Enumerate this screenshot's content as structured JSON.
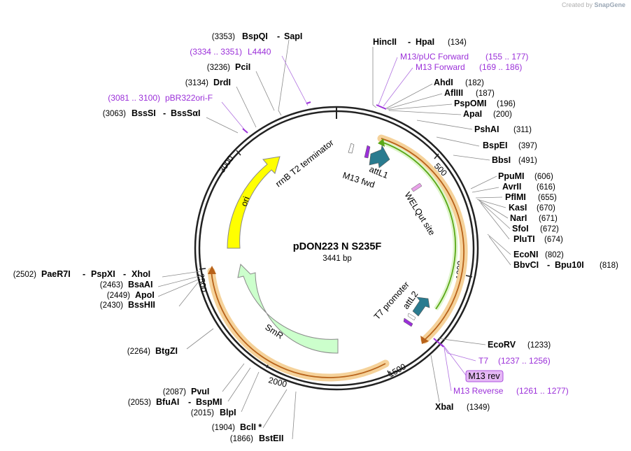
{
  "watermark": {
    "text": "Created by",
    "brand": "SnapGene"
  },
  "plasmid": {
    "name": "pDON223 N S235F",
    "length_label": "3441 bp"
  },
  "ticks": [
    "500",
    "1000",
    "1500",
    "2000",
    "2500",
    "3000"
  ],
  "enzymes_top": [
    {
      "pos": "(3353)",
      "name": "BspQI",
      "sep": "-",
      "name2": "SapI"
    },
    {
      "pos": "(3236)",
      "name": "PciI"
    },
    {
      "pos": "(3134)",
      "name": "DrdI"
    },
    {
      "pos": "(3063)",
      "name": "BssSI",
      "sep": "-",
      "name2": "BssSαI"
    }
  ],
  "features_left_top": [
    {
      "range": "(3334 .. 3351)",
      "name": "L4440"
    },
    {
      "range": "(3081 .. 3100)",
      "name": "pBR322ori-F"
    }
  ],
  "enzymes_right": [
    {
      "name": "HincII",
      "sep": "-",
      "name2": "HpaI",
      "pos": "(134)"
    },
    {
      "name": "AhdI",
      "pos": "(182)"
    },
    {
      "name": "AflIII",
      "pos": "(187)"
    },
    {
      "name": "PspOMI",
      "pos": "(196)"
    },
    {
      "name": "ApaI",
      "pos": "(200)"
    },
    {
      "name": "PshAI",
      "pos": "(311)"
    },
    {
      "name": "BspEI",
      "pos": "(397)"
    },
    {
      "name": "BbsI",
      "pos": "(491)"
    },
    {
      "name": "PpuMI",
      "pos": "(606)"
    },
    {
      "name": "AvrII",
      "pos": "(616)"
    },
    {
      "name": "PflMI",
      "pos": "(655)"
    },
    {
      "name": "KasI",
      "pos": "(670)"
    },
    {
      "name": "NarI",
      "pos": "(671)"
    },
    {
      "name": "SfoI",
      "pos": "(672)"
    },
    {
      "name": "PluTI",
      "pos": "(674)"
    },
    {
      "name": "EcoNI",
      "pos": "(802)"
    },
    {
      "name": "BbvCI",
      "sep": "-",
      "name2": "Bpu10I",
      "pos": "(818)"
    },
    {
      "name": "EcoRV",
      "pos": "(1233)"
    },
    {
      "name": "XbaI",
      "pos": "(1349)"
    }
  ],
  "features_right": [
    {
      "name": "M13/pUC Forward",
      "range": "(155 .. 177)"
    },
    {
      "name": "M13 Forward",
      "range": "(169 .. 186)"
    },
    {
      "name": "T7",
      "range": "(1237 .. 1256)"
    },
    {
      "name": "M13 Reverse",
      "range": "(1261 .. 1277)"
    }
  ],
  "m13rev_box": "M13 rev",
  "enzymes_left": [
    {
      "pos": "(2502)",
      "name": "PaeR7I",
      "sep": "-",
      "name2": "PspXI",
      "sep2": "-",
      "name3": "XhoI"
    },
    {
      "pos": "(2463)",
      "name": "BsaAI"
    },
    {
      "pos": "(2449)",
      "name": "ApoI"
    },
    {
      "pos": "(2430)",
      "name": "BssHII"
    },
    {
      "pos": "(2264)",
      "name": "BtgZI"
    },
    {
      "pos": "(2087)",
      "name": "PvuI"
    },
    {
      "pos": "(2053)",
      "name": "BfuAI",
      "sep": "-",
      "name2": "BspMI"
    },
    {
      "pos": "(2015)",
      "name": "BlpI"
    },
    {
      "pos": "(1904)",
      "name": "BclI *"
    },
    {
      "pos": "(1866)",
      "name": "BstEII"
    }
  ],
  "inner_features": {
    "ori": "ori",
    "smr": "SmR",
    "rrnb": "rrnB T2 terminator",
    "m13fwd": "M13 fwd",
    "attl1": "attL1",
    "welqut": "WELQut site",
    "t7prom": "T7 promoter",
    "attl2": "attL2"
  },
  "colors": {
    "ori": "#ffff00",
    "smr": "#ccffcc",
    "orange_band": "#f5d29a",
    "orange_line": "#b8621a",
    "green_line": "#5aa817",
    "att": "#2a7b8f",
    "primer": "#9b30d9"
  }
}
